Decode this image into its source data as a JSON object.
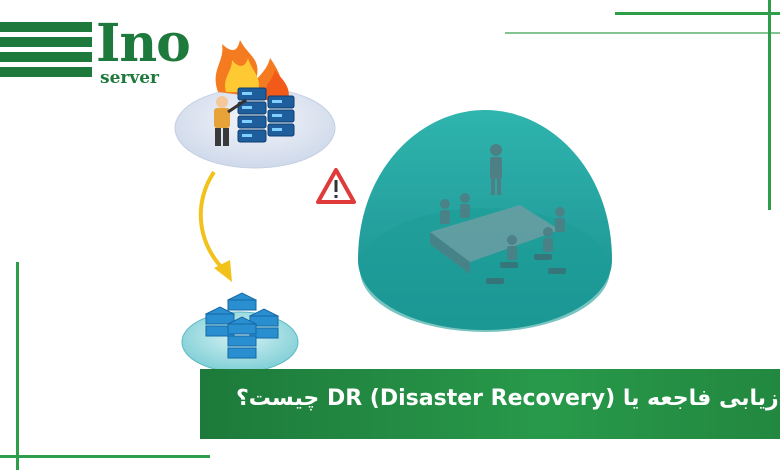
{
  "logo": {
    "brand": "Ino",
    "subtitle": "server"
  },
  "caption": {
    "title": "بازیابی فاجعه یا DR (Disaster Recovery) چیست؟"
  },
  "icons": {
    "warning": "warning-triangle-icon",
    "arrow": "curved-arrow-icon",
    "burning_servers": "burning-server-icon",
    "backup_servers": "server-stack-icon",
    "dome": "protected-dome-icon"
  },
  "colors": {
    "brand_green": "#1e7a3c",
    "dome_teal": "#2bb3ad",
    "arrow_yellow": "#f2c21a",
    "warning_red": "#e03a3a",
    "server_blue": "#2a8fd0"
  }
}
